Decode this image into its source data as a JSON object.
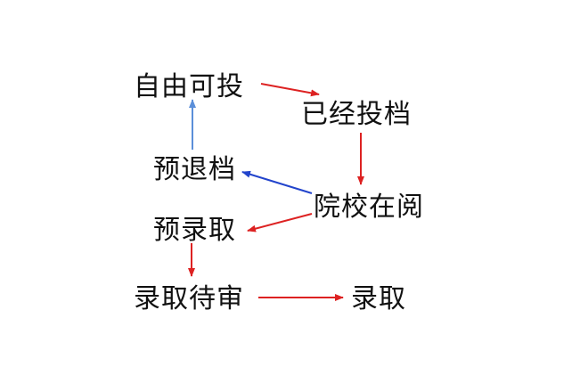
{
  "nodes": {
    "free_to_file": "自由可投",
    "filed": "已经投档",
    "reviewing": "院校在阅",
    "pre_withdrawn": "预退档",
    "pre_admitted": "预录取",
    "admission_pending": "录取待审",
    "admitted": "录取"
  },
  "colors": {
    "red_arrow": "#dd2222",
    "blue_arrow": "#2244cc",
    "light_blue_arrow": "#5b8fd9",
    "text": "#111111"
  }
}
